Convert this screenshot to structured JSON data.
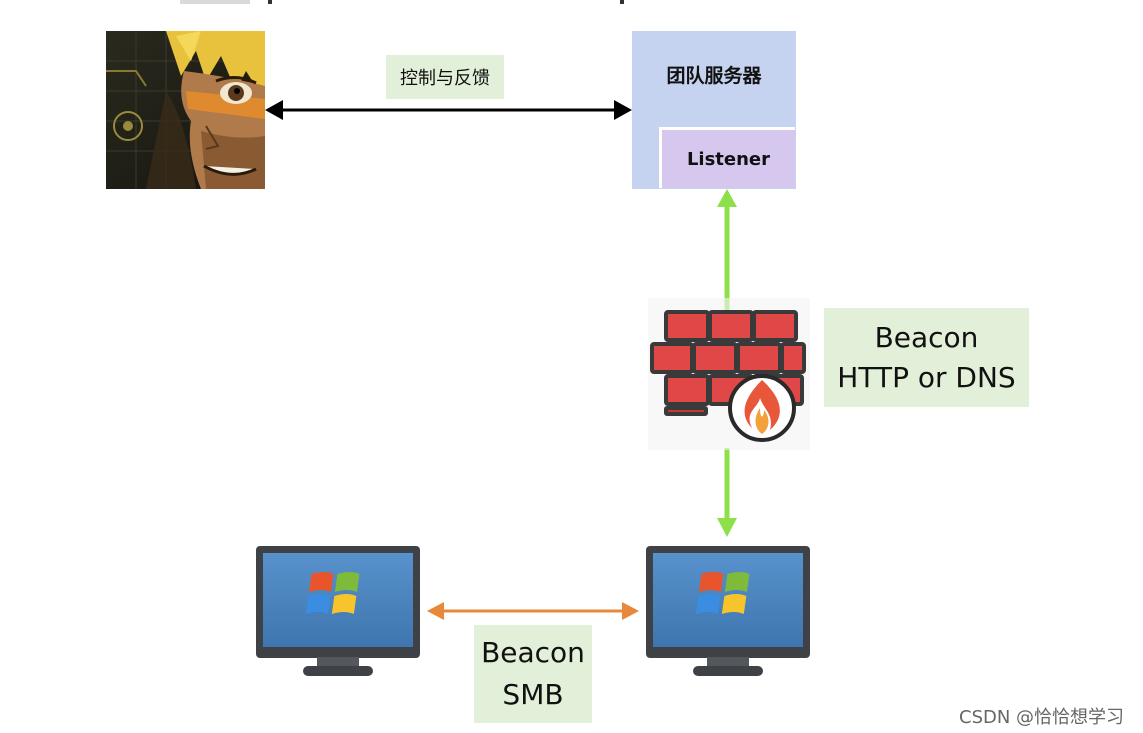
{
  "diagram": {
    "control_label": "控制与反馈",
    "team_server_label": "团队服务器",
    "listener_label": "Listener",
    "beacon_http": {
      "line1": "Beacon",
      "line2": "HTTP or DNS"
    },
    "beacon_smb": {
      "line1": "Beacon",
      "line2": "SMB"
    },
    "watermark": "CSDN @恰恰想学习"
  },
  "colors": {
    "control_arrow": "#000000",
    "http_arrow": "#8ee04a",
    "smb_arrow": "#e9883a",
    "label_bg": "#e2f0d9",
    "team_server_bg": "#c5d3f0",
    "listener_bg": "#d6c7ee"
  }
}
